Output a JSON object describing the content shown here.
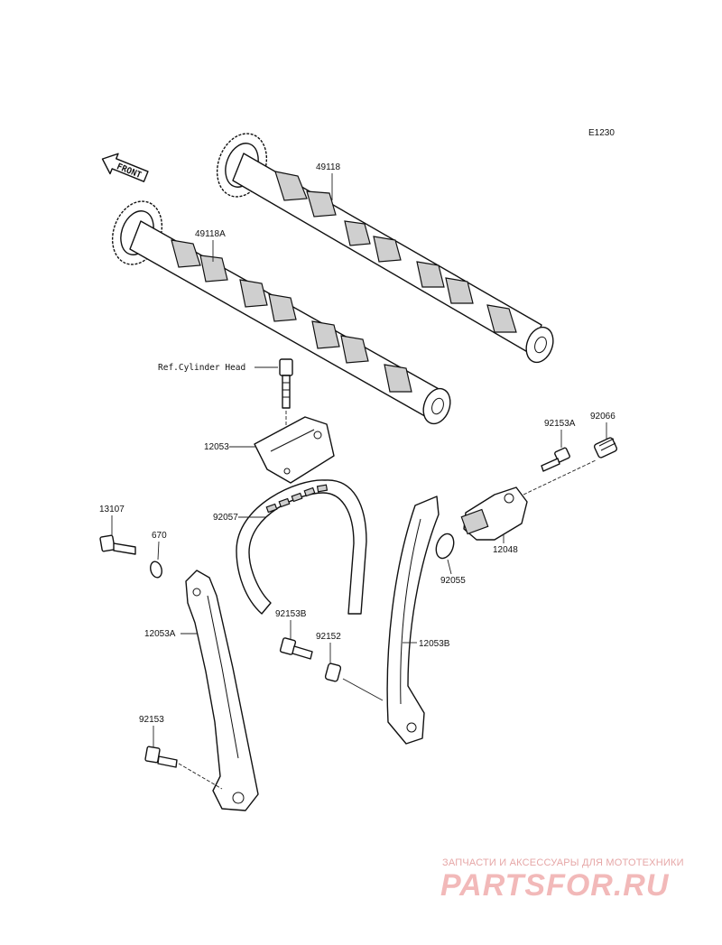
{
  "diagram_code": "E1230",
  "front_arrow_label": "FRONT",
  "reference_label": "Ref.Cylinder Head",
  "parts": {
    "camshaft_exhaust": "49118",
    "camshaft_intake": "49118A",
    "chain_guide_upper": "12053",
    "chain_guide_left": "12053A",
    "chain_guide_right": "12053B",
    "camshaft_chain": "92057",
    "tensioner": "12048",
    "bolt_13107": "13107",
    "oring_670": "670",
    "bolt_92153": "92153",
    "bolt_92153A": "92153A",
    "bolt_92153B": "92153B",
    "collar_92152": "92152",
    "oring_92055": "92055",
    "plug_92066": "92066"
  },
  "watermark": {
    "tagline": "ЗАПЧАСТИ И АКСЕССУАРЫ ДЛЯ МОТОТЕХНИКИ",
    "logo": "PARTSFOR.RU"
  }
}
